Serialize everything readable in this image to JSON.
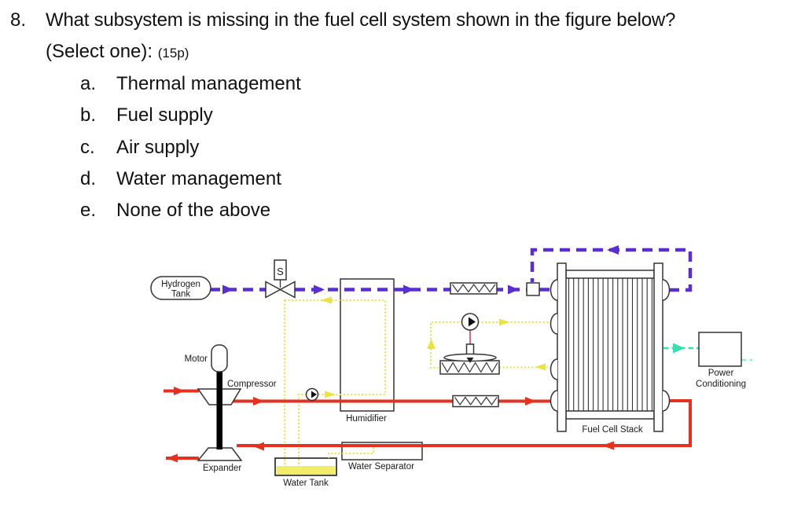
{
  "question": {
    "number": "8.",
    "text": "What subsystem is missing in the fuel cell system shown in the figure below?",
    "select_label": "(Select one):",
    "points_label": "(15p)",
    "options": [
      {
        "letter": "a.",
        "label": "Thermal management"
      },
      {
        "letter": "b.",
        "label": "Fuel supply"
      },
      {
        "letter": "c.",
        "label": "Air supply"
      },
      {
        "letter": "d.",
        "label": "Water management"
      },
      {
        "letter": "e.",
        "label": "None of the above"
      }
    ]
  },
  "diagram": {
    "labels": {
      "hydrogen_tank_line1": "Hydrogen",
      "hydrogen_tank_line2": "Tank",
      "solenoid_valve": "S",
      "motor": "Motor",
      "compressor": "Compressor",
      "expander": "Expander",
      "humidifier": "Humidifier",
      "water_tank": "Water Tank",
      "water_separator": "Water Separator",
      "fuel_cell_stack": "Fuel Cell Stack",
      "power_conditioning_line1": "Power",
      "power_conditioning_line2": "Conditioning"
    },
    "colors": {
      "hydrogen": "#5a2ed2",
      "air": "#e8301f",
      "water": "#ece23c",
      "water_fill": "#f3ec69",
      "power": "#37dfae",
      "coolant_link": "#cc3355",
      "outline": "#333333"
    }
  }
}
